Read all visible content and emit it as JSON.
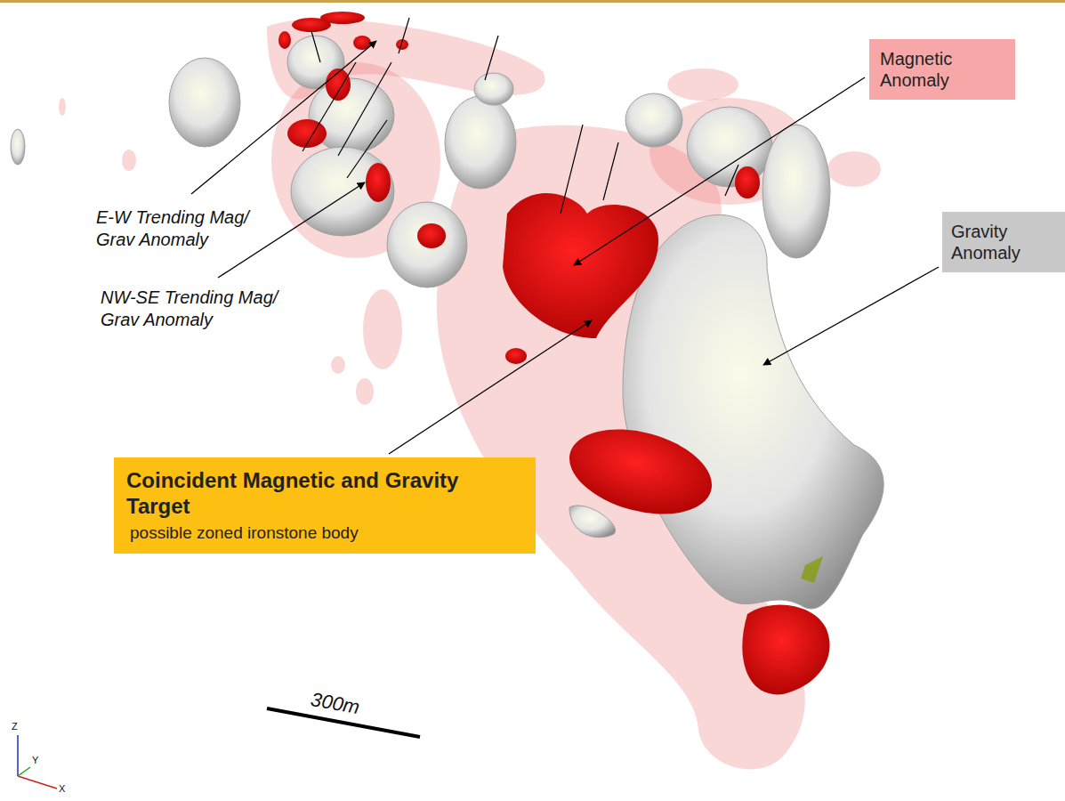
{
  "diagram": {
    "nodes": [
      {
        "text": [
          "Magnetic Anomaly"
        ]
      },
      {
        "text": [
          "Gravity Anomaly"
        ]
      },
      {
        "text": [
          "Coincident Magnetic and Gravity Target",
          "possible zoned ironstone body"
        ]
      }
    ],
    "labels": [
      "E-W Trending Mag/ Grav Anomaly",
      "NW-SE Trending Mag/ Grav Anomaly",
      "300m",
      "Z",
      "Y",
      "X"
    ]
  }
}
